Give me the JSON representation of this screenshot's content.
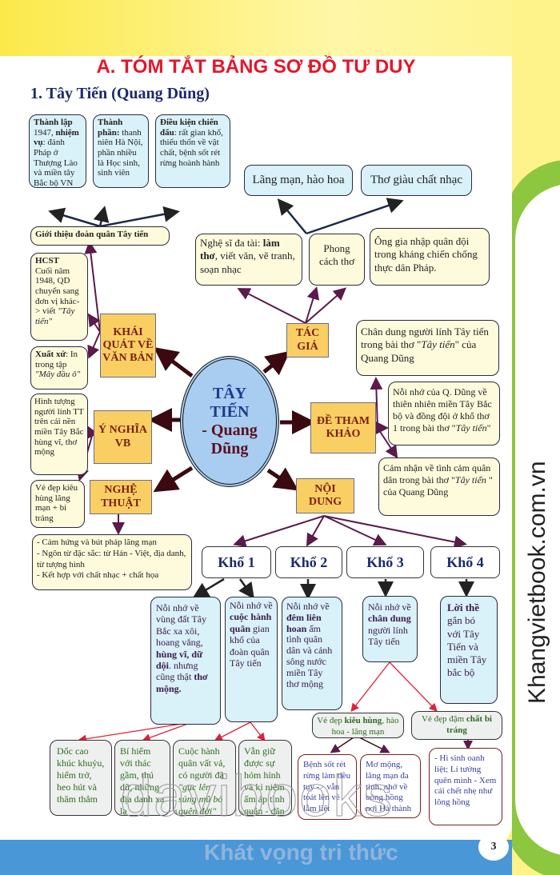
{
  "page": {
    "title": "A. TÓM TẮT BẢNG SƠ ĐỒ TƯ DUY",
    "subtitle": "1. Tây Tiến (Quang Dũng)",
    "page_number": "3",
    "site": "Khangvietbook.com.vn",
    "watermark": "davibooks",
    "watermark_slogan": "Khát vọng tri thức"
  },
  "center": {
    "line1": "TÂY",
    "line2": "TIẾN",
    "line3": "- Quang",
    "line4": "Dũng"
  },
  "branches": {
    "khai_quat": "KHÁI QUÁT VỀ VĂN BẢN",
    "tac_gia": "TÁC GIẢ",
    "y_nghia": "Ý NGHĨA VB",
    "de_tham_khao": "ĐỀ THAM KHẢO",
    "nghe_thuat": "NGHỆ THUẬT",
    "noi_dung": "NỘI DUNG"
  },
  "khai_quat": {
    "gioi_thieu": "Giới thiệu đoàn quân Tây tiến",
    "thanh_lap": {
      "b1": "Thành lập",
      "t1": " 1947, ",
      "b2": "nhiệm vụ",
      "t2": ": đánh Pháp ở Thượng Lào và miền tây Bắc bộ VN"
    },
    "thanh_phan": {
      "b": "Thành phần:",
      "t": " thanh niên Hà Nội, phần nhiều là Học sinh, sinh viên"
    },
    "dieu_kien": {
      "b": "Điều kiện chiến đấu",
      "t": ": rất gian khổ, thiếu thốn về vật chất, bệnh sốt rét rừng hoành hành"
    },
    "hcst": {
      "b": "HCST",
      "t": "Cuối năm 1948, QD chuyển sang đơn vị khác-> viết ",
      "i": "\"Tây tiến\""
    },
    "xuat_xu": {
      "b": "Xuất xứ",
      "t": ": In trong tập ",
      "i": "\"Mây đầu ô\""
    }
  },
  "y_nghia": {
    "text": "Hình tượng người lính TT trên cái nền miền Tây Bắc hùng vĩ, thơ mộng",
    "text2": "Vẻ đẹp kiêu hùng lãng mạn + bi tráng"
  },
  "nghe_thuat": {
    "items": [
      "- Cảm hứng và bút pháp lãng mạn",
      "- Ngôn từ đặc sắc: từ Hán - Việt, địa danh, từ tượng hình",
      "- Kết hợp với chất nhạc + chất họa"
    ]
  },
  "tac_gia": {
    "phong_cach": "Phong cách thơ",
    "style1": "Lãng mạn, hào hoa",
    "style2": "Thơ giàu chất nhạc",
    "nghe_si": {
      "t1": "Nghệ sĩ đa tài: ",
      "b": "làm thơ",
      "t2": ", viết văn, vẽ tranh, soạn nhạc"
    },
    "quan_doi": "Ông gia nhập quân đội trong kháng chiến chống thực dân Pháp."
  },
  "de_tham_khao": {
    "items": [
      {
        "t1": "Chân dung người lính Tây tiến trong bài thơ \"",
        "i": "Tây tiến",
        "t2": "\" của Quang Dũng"
      },
      {
        "t1": "Nỗi nhớ của Q. Dũng về thiên nhiên miền Tây Bắc bộ và đồng đội ở khổ thơ 1 trong bài thơ \"",
        "i": "Tây tiến",
        "t2": "\""
      },
      {
        "t1": "Cảm nhận về tình cảm quân dân trong bài thơ \"",
        "i": "Tây tiến",
        "t2": " \" của Quang Dũng"
      }
    ]
  },
  "noi_dung": {
    "stanzas": [
      "Khổ 1",
      "Khổ 2",
      "Khổ 3",
      "Khổ 4"
    ],
    "kho1a": {
      "t1": "Nỗi nhớ về vùng đất Tây Bắc xa xôi, hoang vắng, ",
      "b1": "hùng vĩ, dữ dội",
      "t2": ". nhưng cũng thật ",
      "b2": "thơ mộng."
    },
    "kho1b": {
      "t1": "Nỗi nhớ về ",
      "b": "cuộc hành quân",
      "t2": " gian khổ của đoàn quân Tây tiến"
    },
    "kho2": {
      "t1": "Nỗi nhớ về ",
      "b": "đêm liên hoan",
      "t2": " ấm tình quân dân và cảnh sông nước miền Tây thơ mộng"
    },
    "kho3": {
      "t1": "Nỗi nhớ về ",
      "b": "chân dung",
      "t2": " người lính Tây tiến"
    },
    "kho4": {
      "b": "Lời thề",
      "t": " gắn bó với Tây Tiến và miền Tây bắc bộ"
    },
    "kieu_hung": {
      "t1": "Vẻ đẹp ",
      "b": "kiêu hùng",
      "t2": ", hào hoa - lãng mạn"
    },
    "bi_trang": {
      "t1": "Vẻ đẹp đậm ",
      "b": "chất bi tráng"
    },
    "details1": [
      "Dốc cao khúc khuỷu, hiểm trở, heo hút và thăm thẳm",
      "Bí hiểm với thác gầm, thú dữ, những địa danh xa lạ"
    ],
    "details2": {
      "t": "Cuộc hành quân vất vả, có người đã ",
      "i": "\"gục lên súng mũ bỏ quên đời\""
    },
    "details3": "Vẫn giữ được sự hóm hỉnh và kỉ niệm ấm áp tình quân - dân",
    "details4": [
      "Bệnh sốt rét rừng làm tiều tụy -> vẫn toát lên vẻ lẫm liệt",
      "Mơ mộng, lãng mạn đa tình, nhớ về bóng hồng nơi Hà thành",
      "- Hi sinh oanh liệt; Lí tưởng quên mình - Xem cái chết nhẹ như lông hồng"
    ]
  },
  "colors": {
    "title": "#e5162b",
    "branch": "#f9cf63",
    "center": "#a9cdf0",
    "arrow": "#5a1a4a"
  }
}
